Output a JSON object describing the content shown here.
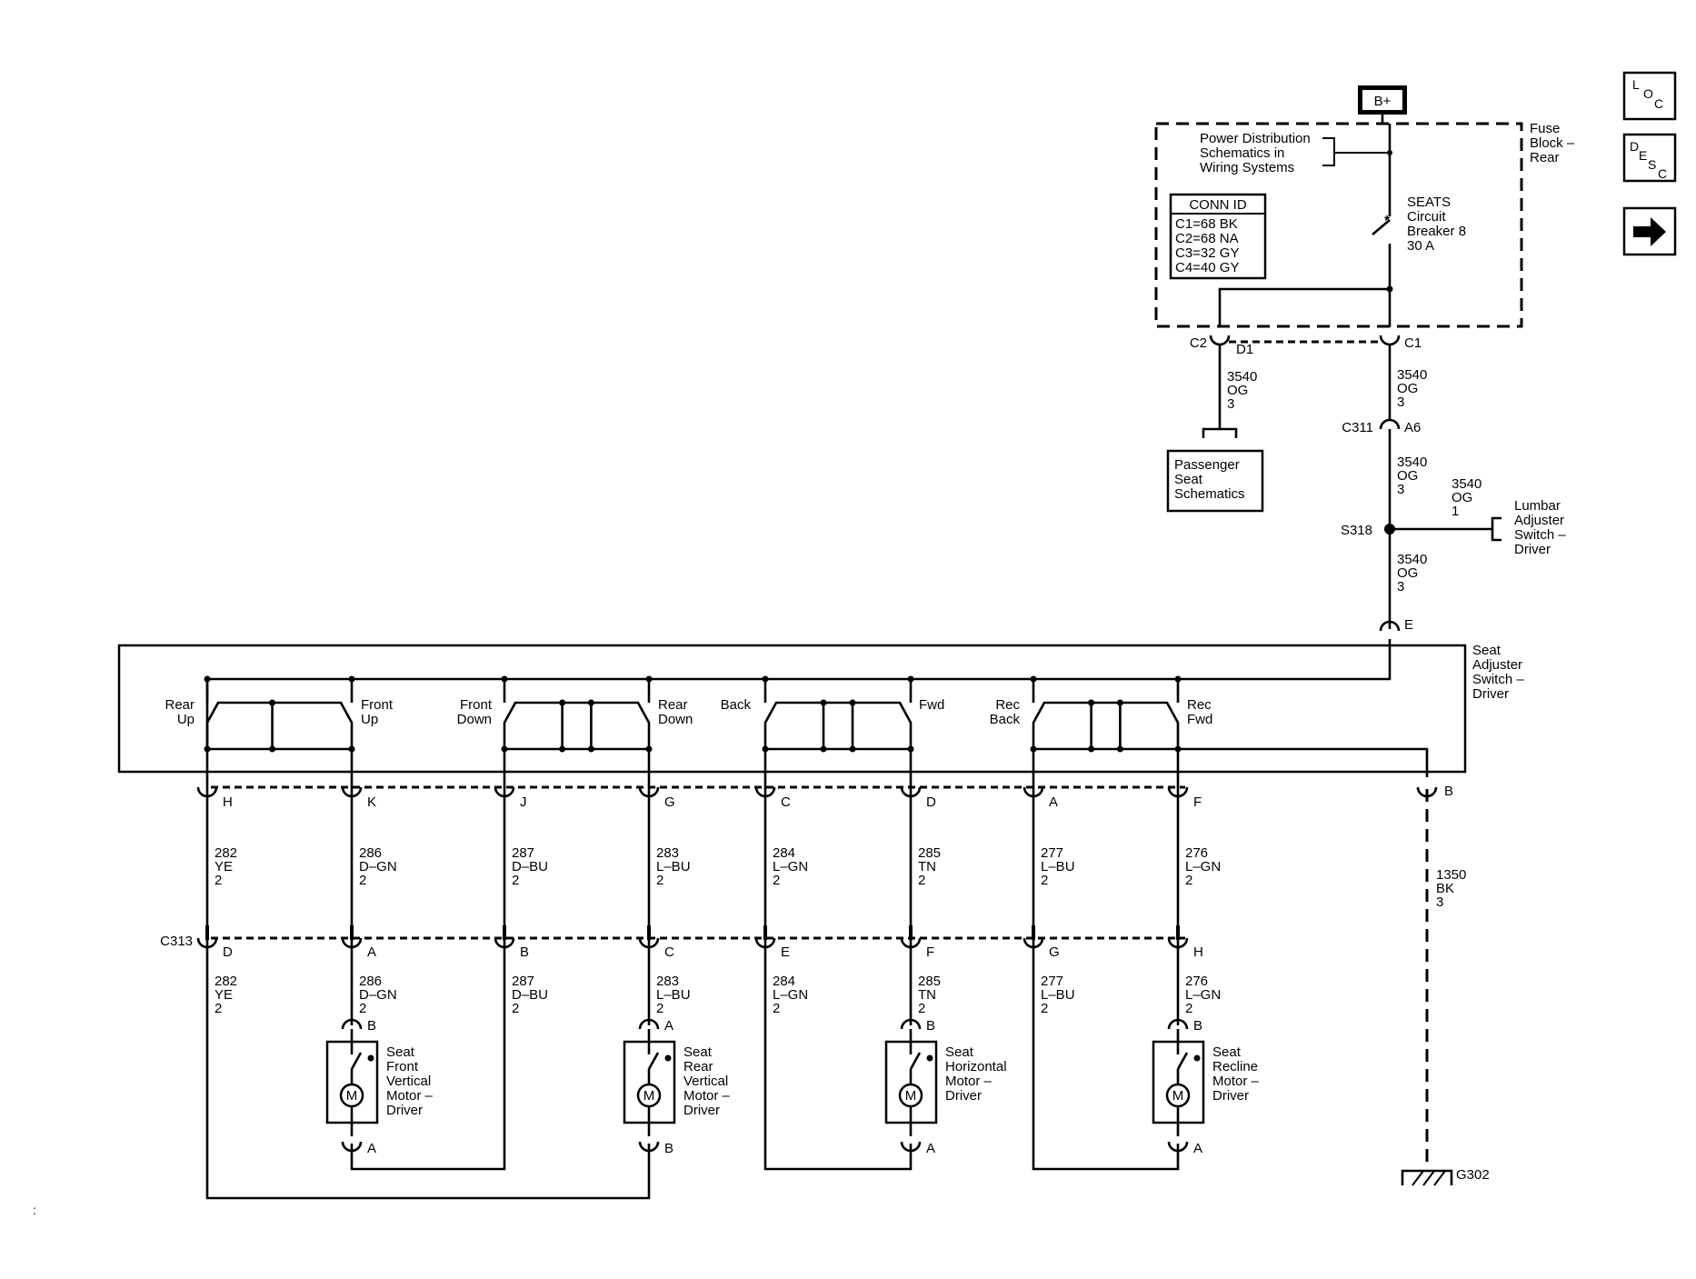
{
  "nav": {
    "loc": [
      "L",
      "O",
      "C"
    ],
    "desc": [
      "D",
      "E",
      "S",
      "C"
    ]
  },
  "power": {
    "bplus": "B+"
  },
  "fuse_block": {
    "name": [
      "Fuse",
      "Block –",
      "Rear"
    ],
    "power_dist": [
      "Power Distribution",
      "Schematics in",
      "Wiring Systems"
    ],
    "breaker": [
      "SEATS",
      "Circuit",
      "Breaker 8",
      "30 A"
    ],
    "conn_id_title": "CONN ID",
    "conn_ids": [
      "C1=68 BK",
      "C2=68 NA",
      "C3=32 GY",
      "C4=40 GY"
    ]
  },
  "connectors": {
    "c2": "C2",
    "d1": "D1",
    "c1": "C1",
    "c311": "C311",
    "a6": "A6",
    "s318": "S318",
    "e": "E",
    "c313": "C313",
    "b_ground": "B"
  },
  "wires_top": {
    "pass": [
      "3540",
      "OG",
      "3"
    ],
    "w1": [
      "3540",
      "OG",
      "3"
    ],
    "w2": [
      "3540",
      "OG",
      "3"
    ],
    "lumbar": [
      "3540",
      "OG",
      "1"
    ],
    "w3": [
      "3540",
      "OG",
      "3"
    ]
  },
  "passenger_seat": [
    "Passenger",
    "Seat",
    "Schematics"
  ],
  "lumbar_switch": [
    "Lumbar",
    "Adjuster",
    "Switch –",
    "Driver"
  ],
  "seat_switch": {
    "name": [
      "Seat",
      "Adjuster",
      "Switch –",
      "Driver"
    ],
    "positions": [
      [
        "Rear",
        "Up"
      ],
      [
        "Front",
        "Up"
      ],
      [
        "Front",
        "Down"
      ],
      [
        "Rear",
        "Down"
      ],
      [
        "Back"
      ],
      [
        "Fwd"
      ],
      [
        "Rec",
        "Back"
      ],
      [
        "Rec",
        "Fwd"
      ]
    ]
  },
  "circuits": [
    {
      "pin_top": "H",
      "upper": [
        "282",
        "YE",
        "2"
      ],
      "pin_c313": "D",
      "lower": [
        "282",
        "YE",
        "2"
      ]
    },
    {
      "pin_top": "K",
      "upper": [
        "286",
        "D–GN",
        "2"
      ],
      "pin_c313": "A",
      "lower": [
        "286",
        "D–GN",
        "2"
      ]
    },
    {
      "pin_top": "J",
      "upper": [
        "287",
        "D–BU",
        "2"
      ],
      "pin_c313": "B",
      "lower": [
        "287",
        "D–BU",
        "2"
      ]
    },
    {
      "pin_top": "G",
      "upper": [
        "283",
        "L–BU",
        "2"
      ],
      "pin_c313": "C",
      "lower": [
        "283",
        "L–BU",
        "2"
      ]
    },
    {
      "pin_top": "C",
      "upper": [
        "284",
        "L–GN",
        "2"
      ],
      "pin_c313": "E",
      "lower": [
        "284",
        "L–GN",
        "2"
      ]
    },
    {
      "pin_top": "D",
      "upper": [
        "285",
        "TN",
        "2"
      ],
      "pin_c313": "F",
      "lower": [
        "285",
        "TN",
        "2"
      ]
    },
    {
      "pin_top": "A",
      "upper": [
        "277",
        "L–BU",
        "2"
      ],
      "pin_c313": "G",
      "lower": [
        "277",
        "L–BU",
        "2"
      ]
    },
    {
      "pin_top": "F",
      "upper": [
        "276",
        "L–GN",
        "2"
      ],
      "pin_c313": "H",
      "lower": [
        "276",
        "L–GN",
        "2"
      ]
    }
  ],
  "ground_wire": [
    "1350",
    "BK",
    "3"
  ],
  "ground": "G302",
  "motors": [
    {
      "name": [
        "Seat",
        "Front",
        "Vertical",
        "Motor –",
        "Driver"
      ],
      "pin_top": "B",
      "pin_bottom": "A",
      "symbol": "M"
    },
    {
      "name": [
        "Seat",
        "Rear",
        "Vertical",
        "Motor –",
        "Driver"
      ],
      "pin_top": "A",
      "pin_bottom": "B",
      "symbol": "M"
    },
    {
      "name": [
        "Seat",
        "Horizontal",
        "Motor –",
        "Driver"
      ],
      "pin_top": "B",
      "pin_bottom": "A",
      "symbol": "M"
    },
    {
      "name": [
        "Seat",
        "Recline",
        "Motor –",
        "Driver"
      ],
      "pin_top": "B",
      "pin_bottom": "A",
      "symbol": "M"
    }
  ]
}
